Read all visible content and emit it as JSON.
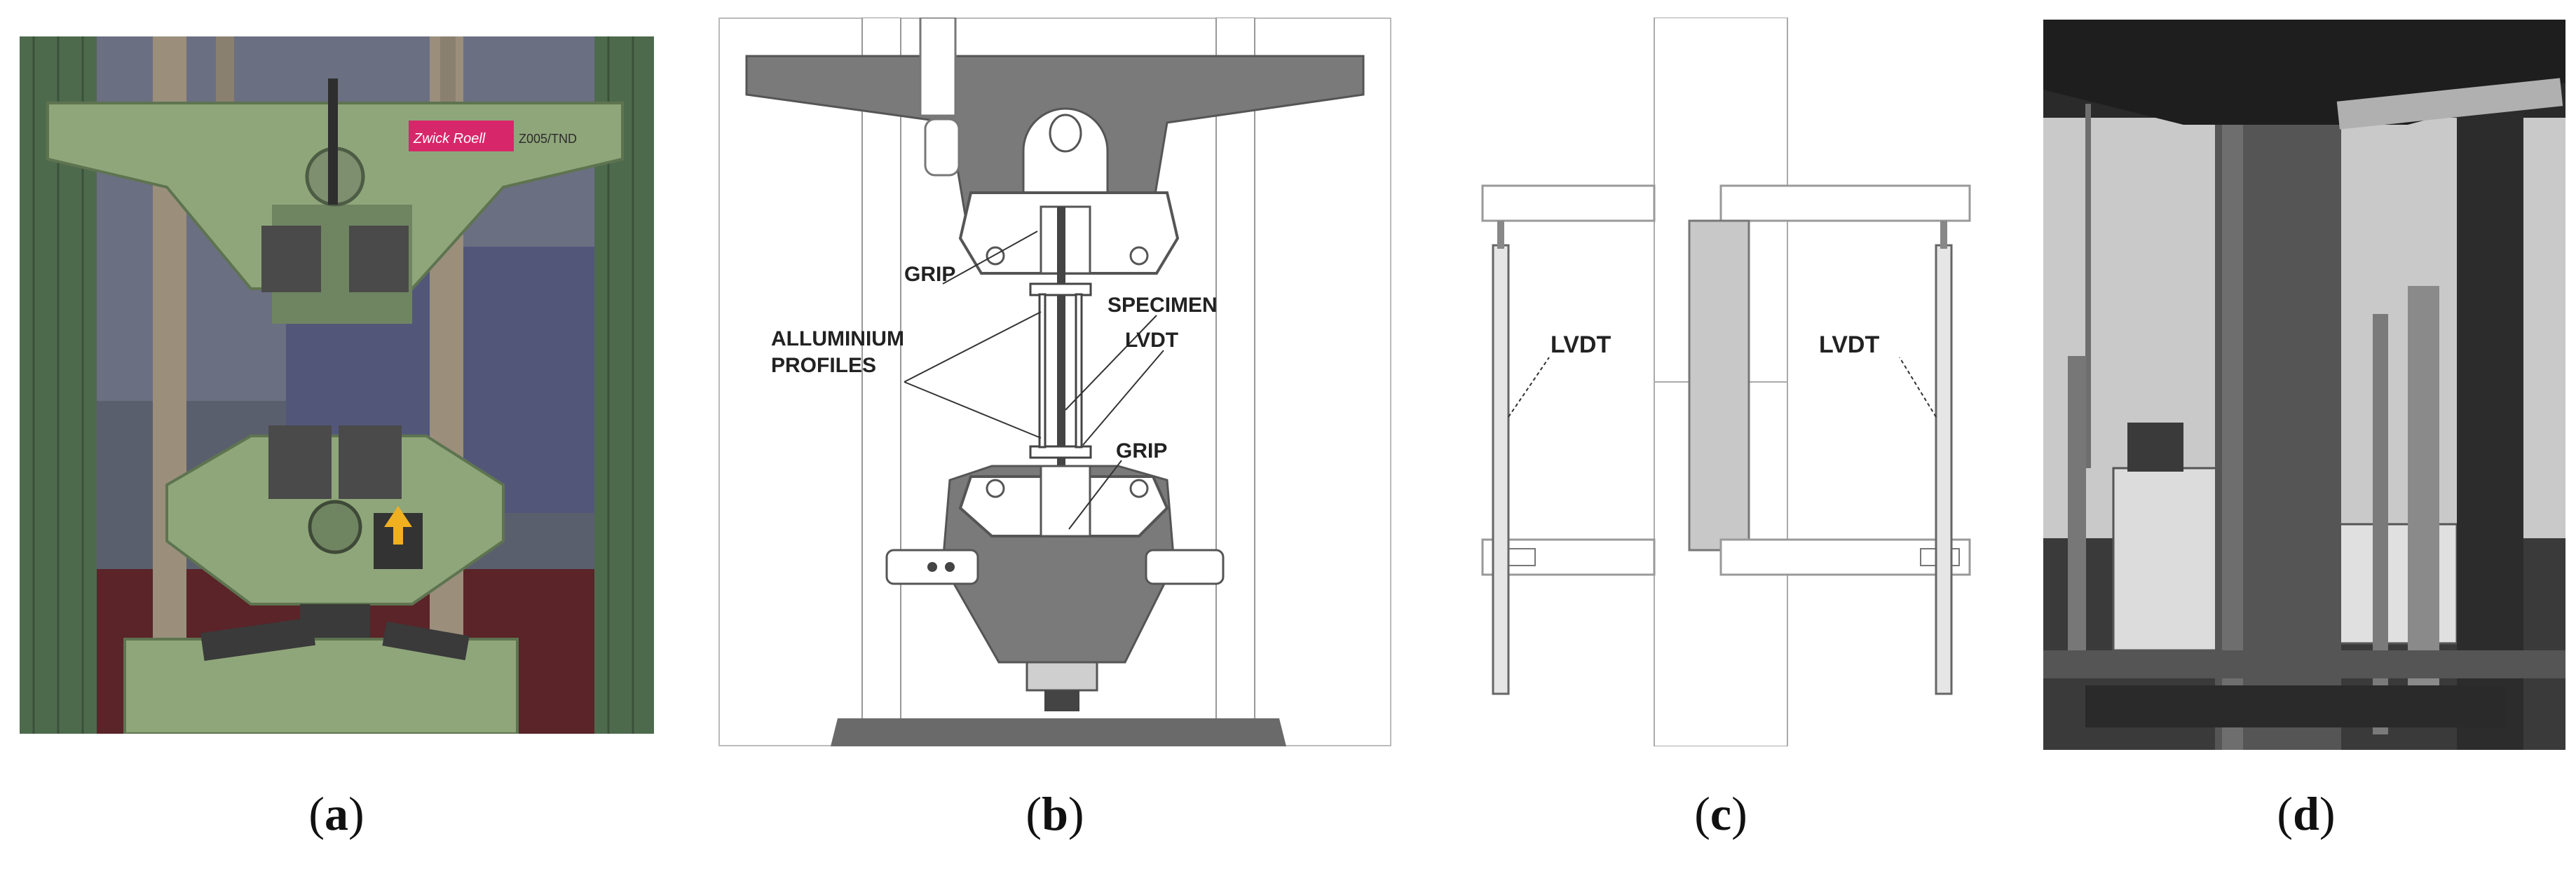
{
  "panels": {
    "a": {
      "caption_open": "(",
      "caption_letter": "a",
      "caption_close": ")",
      "badge_text": "Zwick Roell",
      "model_text": "Z005/TND"
    },
    "b": {
      "caption_open": "(",
      "caption_letter": "b",
      "caption_close": ")",
      "labels": {
        "grip_top": "GRIP",
        "specimen": "SPECIMEN",
        "lvdt": "LVDT",
        "aluminium_line1": "ALLUMINIUM",
        "aluminium_line2": "PROFILES",
        "grip_bottom": "GRIP"
      }
    },
    "c": {
      "caption_open": "(",
      "caption_letter": "c",
      "caption_close": ")",
      "labels": {
        "lvdt_left": "LVDT",
        "lvdt_right": "LVDT"
      }
    },
    "d": {
      "caption_open": "(",
      "caption_letter": "d",
      "caption_close": ")"
    }
  },
  "colors": {
    "machine_green": "#8fa67a",
    "dark_grey": "#6e6e6e",
    "light_grey": "#c8c8c8"
  }
}
